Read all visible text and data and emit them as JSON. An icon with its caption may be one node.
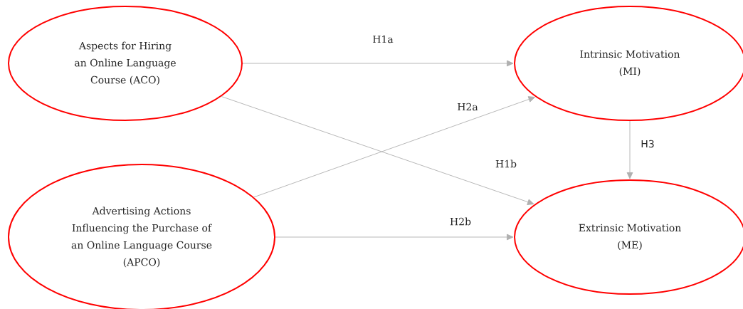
{
  "diagram": {
    "nodes": [
      {
        "text": [
          "Aspects for Hiring an Online Language Course (ACO)"
        ]
      },
      {
        "text": [
          "Intrinsic Motivation (MI)"
        ]
      },
      {
        "text": [
          "Advertising Actions Influencing the Purchase of an Online Language Course (APCO)"
        ]
      },
      {
        "text": [
          "Extrinsic Motivation (ME)"
        ]
      }
    ],
    "edges": [
      {
        "from": 0,
        "to": 1,
        "arrow": "to",
        "label": "H1a"
      },
      {
        "from": 0,
        "to": 3,
        "arrow": "to",
        "label": "H1b"
      },
      {
        "from": 2,
        "to": 1,
        "arrow": "to",
        "label": "H2a"
      },
      {
        "from": 2,
        "to": 3,
        "arrow": "to",
        "label": "H2b"
      },
      {
        "from": 1,
        "to": 3,
        "arrow": "to",
        "label": "H3"
      }
    ]
  }
}
